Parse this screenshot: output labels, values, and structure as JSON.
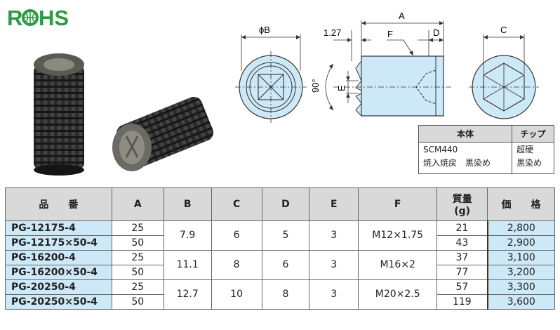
{
  "rohs": {
    "text": "RoHS"
  },
  "drawing": {
    "label_phiB": "ϕB",
    "label_A": "A",
    "label_127": "1.27",
    "label_F": "F",
    "label_D": "D",
    "label_E": "E",
    "label_90": "90°",
    "label_C": "C"
  },
  "material": {
    "headers": [
      "本体",
      "チップ"
    ],
    "body_lines": [
      "SCM440",
      "焼入焼戻　黒染め"
    ],
    "tip_lines": [
      "超硬",
      "黒染め"
    ]
  },
  "spec": {
    "headers": {
      "part": "品　　番",
      "A": "A",
      "B": "B",
      "C": "C",
      "D": "D",
      "E": "E",
      "F": "F",
      "mass": "質量",
      "mass_unit": "(g)",
      "price": "価　　格"
    },
    "groups": [
      {
        "B": "7.9",
        "C": "6",
        "D": "5",
        "E": "3",
        "F": "M12×1.75",
        "rows": [
          {
            "part": "PG-12175-4",
            "A": "25",
            "mass": "21",
            "price": "2,800"
          },
          {
            "part": "PG-12175×50-4",
            "A": "50",
            "mass": "43",
            "price": "2,900"
          }
        ]
      },
      {
        "B": "11.1",
        "C": "8",
        "D": "6",
        "E": "3",
        "F": "M16×2",
        "rows": [
          {
            "part": "PG-16200-4",
            "A": "25",
            "mass": "37",
            "price": "3,100"
          },
          {
            "part": "PG-16200×50-4",
            "A": "50",
            "mass": "77",
            "price": "3,200"
          }
        ]
      },
      {
        "B": "12.7",
        "C": "10",
        "D": "8",
        "E": "3",
        "F": "M20×2.5",
        "rows": [
          {
            "part": "PG-20250-4",
            "A": "25",
            "mass": "57",
            "price": "3,300"
          },
          {
            "part": "PG-20250×50-4",
            "A": "50",
            "mass": "119",
            "price": "3,600"
          }
        ]
      }
    ]
  }
}
